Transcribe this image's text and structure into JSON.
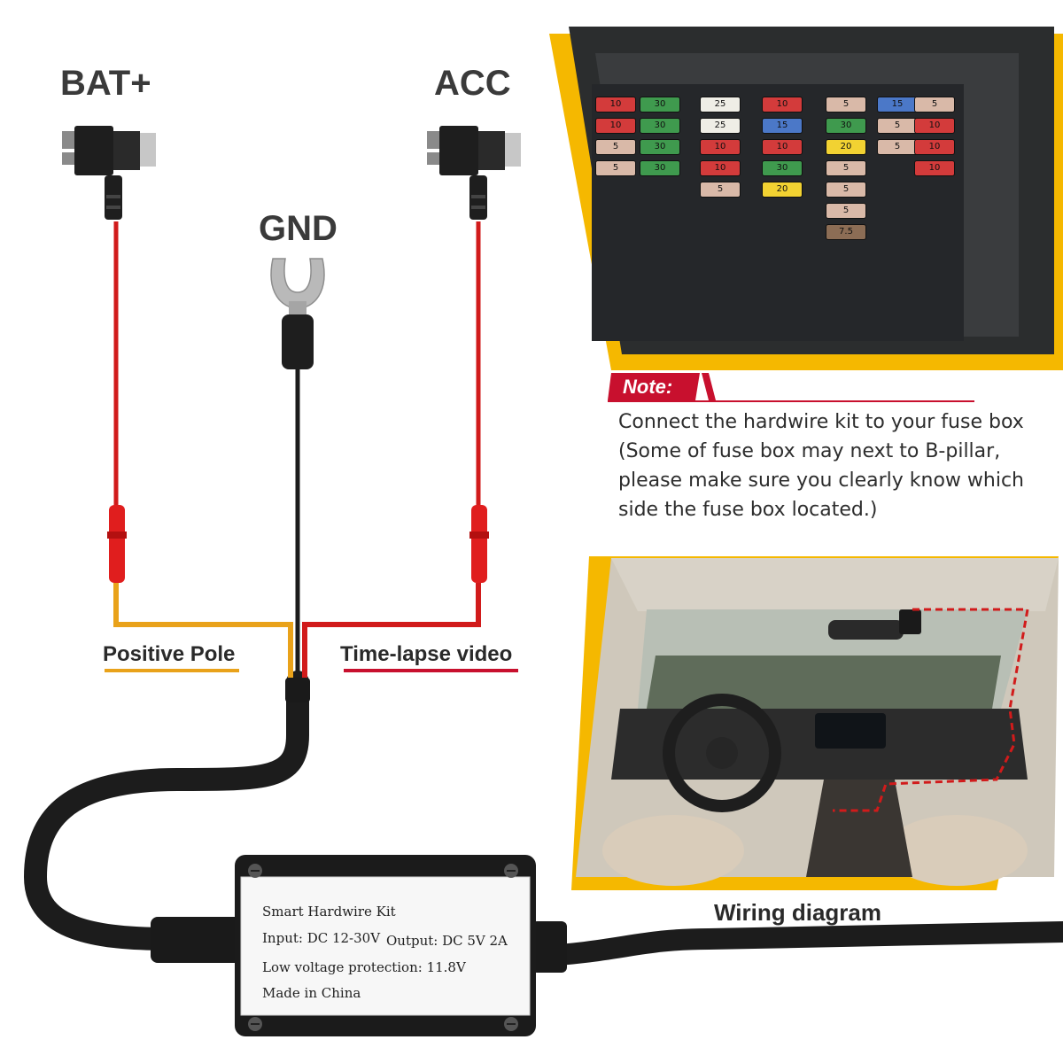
{
  "labels": {
    "bat": "BAT+",
    "acc": "ACC",
    "gnd": "GND",
    "positive_pole": "Positive Pole",
    "time_lapse": "Time-lapse video",
    "wiring_diagram": "Wiring diagram"
  },
  "note": {
    "badge": "Note:",
    "lines": [
      "Connect the hardwire kit to your fuse box",
      "(Some of fuse box may next to B-pillar,",
      "please make sure you clearly know which",
      "side the fuse box located.)"
    ]
  },
  "module": {
    "title": "Smart Hardwire Kit",
    "input": "Input: DC 12-30V",
    "output": "Output: DC 5V 2A",
    "protection": "Low voltage protection: 11.8V",
    "origin": "Made in China"
  },
  "fuses": {
    "values": [
      "10",
      "10",
      "5",
      "5",
      "30",
      "30",
      "30",
      "30",
      "25",
      "25",
      "10",
      "10",
      "5",
      "10",
      "15",
      "10",
      "30",
      "20",
      "5",
      "30",
      "20",
      "5",
      "5",
      "5",
      "7.5",
      "15",
      "5",
      "5",
      "5",
      "10",
      "10",
      "10"
    ]
  },
  "colors": {
    "accent_yellow": "#f5b800",
    "accent_red": "#c8102e",
    "wire_red": "#d11b1b",
    "wire_yellow": "#e9a21a",
    "wire_black": "#222222"
  }
}
